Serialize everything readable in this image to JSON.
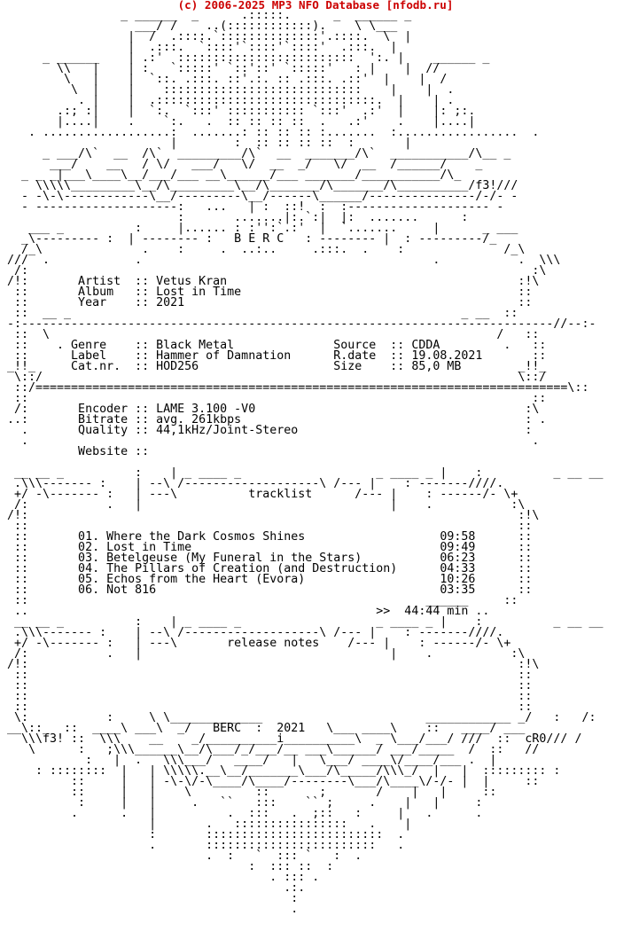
{
  "header": {
    "text": "(c) 2006-2025 MP3 NFO Database [nfodb.ru]",
    "color": "#cc0000"
  },
  "nfo": {
    "text_color": "#000000",
    "background": "#ffffff",
    "lines": [
      "                 _ ______  _      .:::::.      _  ______ _",
      "                   ___/ /    ..(::::::::::::).    \\ \\___",
      "                  |  /  .::::.`::::::::::::::'.::::.  \\  |",
      "                  |  .:::.  `::::'`::::'`::::'  .:::.  |",
      "      _ ______    | .:'  :::::::::::::::::::::::::  ':. |    ______ _",
      "        \\\\   |    | :   `:::::' `::'::' `:::::'   : |    |  //",
      "         \\   |    |  `::. .:::. ::'.:. :: .:::. .::'  |    |  /",
      "          \\  |    |    ::::::::::::::::::::::::::::    |    |  .",
      "           . |    |  .:::::::::::::::::::::::::::::::.  |    | .",
      "        .:; :|    |  `:.  `:::' ::::::::::: `:::'  .:'  |    |: ;:.",
      "        |....|    .    `:.   .  :: :: :: ::  .   .:'    .    |....|",
      "    . ..................:  .......: :: :: :: :.......  :.................  .",
      "                        |        :  :: :: :: ::  :       |",
      "      _ ___/\\`  __  /\\`  _________/\\`  __  _______/\\`  ___________/\\__ _",
      "       ___/    __   / \\/   ___/   \\/  __  _/   \\/  __  /______/    _",
      "   _ _ _|___\\____\\__/___/___ __\\______/___ _______/___________/\\_",
      "     \\\\\\\\\\_________\\__/\\_________\\__/\\_______/\\_______/\\__________/f3!///",
      "   - -\\-\\------------\\__/---------\\__/------\\______/---------------/-/- -",
      "   - --------------------:   ...   | :  ::!  :  :-------------------- -",
      "                         :       .......|:.`:|  |:  .......      :",
      "    ___ _          :     |...... : :'':`.:'  |  `.......     |      _ ___",
      "   _\\--------- :  | -------- :   B E R C   : -------- |  : ---------/_",
      "   /_\\              .    :     .  ..:..     .:::.  .    :              /_\\",
      " ///  .            .                                         .           .  \\\\\\",
      "  /:                                                                       :\\",
      " /!:       Artist  :: Vetus Kran                                         :!\\",
      "  ::       Album   :: Lost in Time                                       ::",
      "  ::       Year    :: 2021                                               ::",
      "  ::  __ _                                                       _ __  ::",
      " -:---------------------------------------------------------------------------//--:-",
      "  ::  \\                                                               /   ::",
      "  ::    . Genre    :: Black Metal              Source  :: CDDA         .   ::",
      "  ::      Label    :: Hammer of Damnation      R.date  :: 19.08.2021       ::",
      " _!!_     Cat.nr.  :: HOD256                   Size    :: 85,0 MB        _!!_",
      "  \\::/                                                                   \\::/",
      "  ::/===========================================================================\\::",
      "  ::                                                                       ::",
      "  /:       Encoder :: LAME 3.100 -V0                                      :\\",
      " ..:       Bitrate :: avg. 261kbps                                        : .",
      "   .       Quality :: 44,1kHz/Joint-Stereo                                :",
      "   .                                                                       .",
      "           Website ::",
      "",
      "  __ __ _          :    | _ ____ _                   _ ____ _ |    :          _ __ __",
      "  .\\\\\\------- :    | --\\ /-------------------\\ /--- |    : -------////.",
      "  +/ -\\------- :   | ---\\          tracklist      /--- |    : ------/- \\+",
      "  /:           .   |                                   |    .           :\\",
      " /!:                                                                     :!\\",
      "  ::                                                                     ::",
      "  ::       01. Where the Dark Cosmos Shines                   09:58      ::",
      "  ::       02. Lost in Time                                   09:49      ::",
      "  ::       03. Betelgeuse (My Funeral in the Stars)           06:23      ::",
      "  ::       04. The Pillars of Creation (and Destruction)      04:33      ::",
      "  ::       05. Echos from the Heart (Evora)                   10:26      ::",
      "  ::       06. Not 816                                        03:35      ::",
      "  ::                                                        ______     ::",
      "  ..                                                 >>  44:44 min ..",
      "  __ __ _          :    | _ ____ _                   _ ____ _ |    :          _ __ __",
      "  .\\\\\\------- :    | --\\ /-------------------\\ /--- |    : -------////.",
      "  +/ -\\------- :   | ---\\       release notes    /--- |    : ------/- \\+",
      "  /:           .   |                                   |    .           :\\",
      " /!:                                                                     :!\\",
      "  ::                                                                     ::",
      "  ::                                                                     ::",
      "  ::                                                                     ::",
      "  ::                                                                     ::",
      "  \\:           :     \\ \\_____________                       ____________ _/   :   /:",
      " __\\::_  ::  ____\\ ___\\  _/   BERC  :  2021   \\___ ____\\    ::   ____/ ___",
      "   \\\\\\f3! ::  \\\\\\    __    _/__________i__________\\  _ \\___/___/ ///  ::  cR0/// /",
      "    \\      :   ;\\\\\\______\\__/\\___/_/___/__ ___\\______/ ___/_____  /  ::   //",
      "            :   |  .   \\\\\\___/   ____/   |   \\___/ ____\\/____/___ .  |       ",
      "     : ::::::::  |   | \\\\\\\\\\.__\\__/_______\\___/\\_____/\\\\\\_/  |   |  ::::::::: :",
      "          ::     |   | -\\-\\/-\\____/\\____/--------\\___/\\____\\/-/- |  |     ::",
      "          ::     |   |    \\         ::       ;       /    |   |     ::",
      "           :     |   |     .   ``   :::    `` ;     .    |   |     :",
      "          .      .   |          .  :::   .  ;::   :     |   .      .",
      "                     |       .   ::::::::::::::::   .    |",
      "                     :       :::::::::::::::::::::::::  .",
      "                     .       ::::::::::::::::::::::::   .",
      "                             .  :   `  ::: `   :  .",
      "                                   :  ::: ::  :",
      "                                      . ::: .",
      "                                        .:.",
      "                                         :",
      "                                         ."
    ]
  }
}
